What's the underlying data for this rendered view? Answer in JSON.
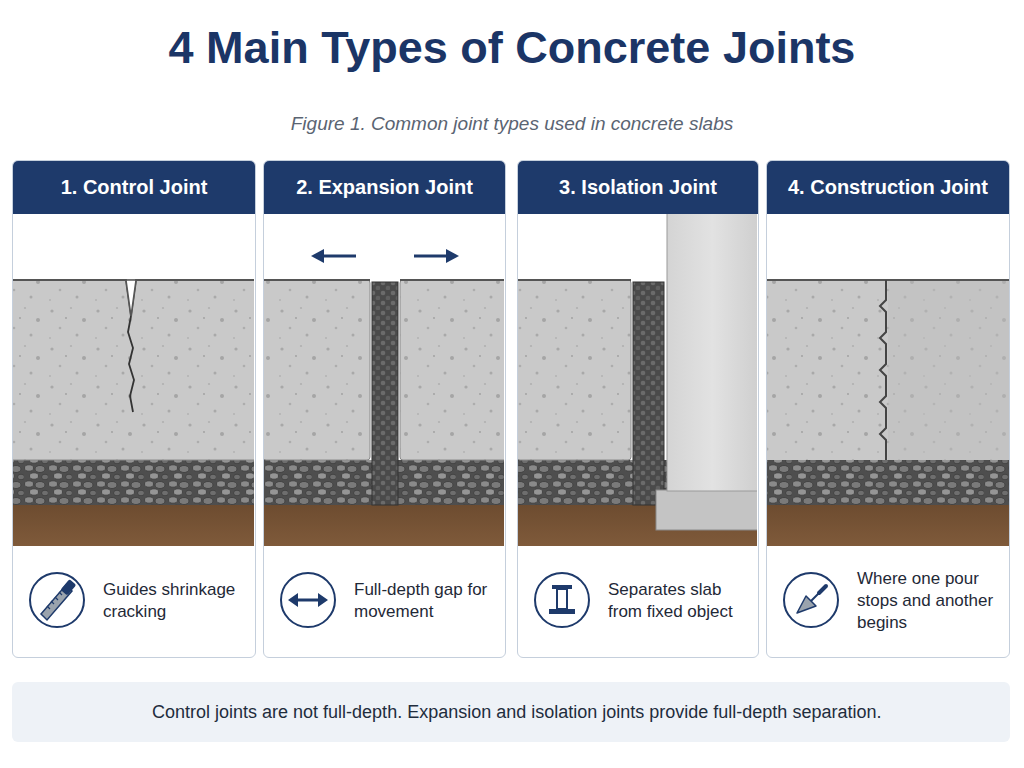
{
  "diagram": {
    "title": "4 Main Types of Concrete Joints",
    "caption": "Figure 1. Common joint types used in concrete slabs",
    "nodes": [
      {
        "text": [
          "1. Control Joint",
          "Guides shrinkage cracking"
        ]
      },
      {
        "text": [
          "2. Expansion Joint",
          "Full-depth gap for movement"
        ]
      },
      {
        "text": [
          "3. Isolation Joint",
          "Separates slab from fixed object"
        ]
      },
      {
        "text": [
          "4. Construction Joint",
          "Where one pour stops and another begins"
        ]
      },
      {
        "text": [
          "Control joints are not full-depth. Expansion and isolation joints provide full-depth separation."
        ]
      }
    ],
    "edges": []
  }
}
